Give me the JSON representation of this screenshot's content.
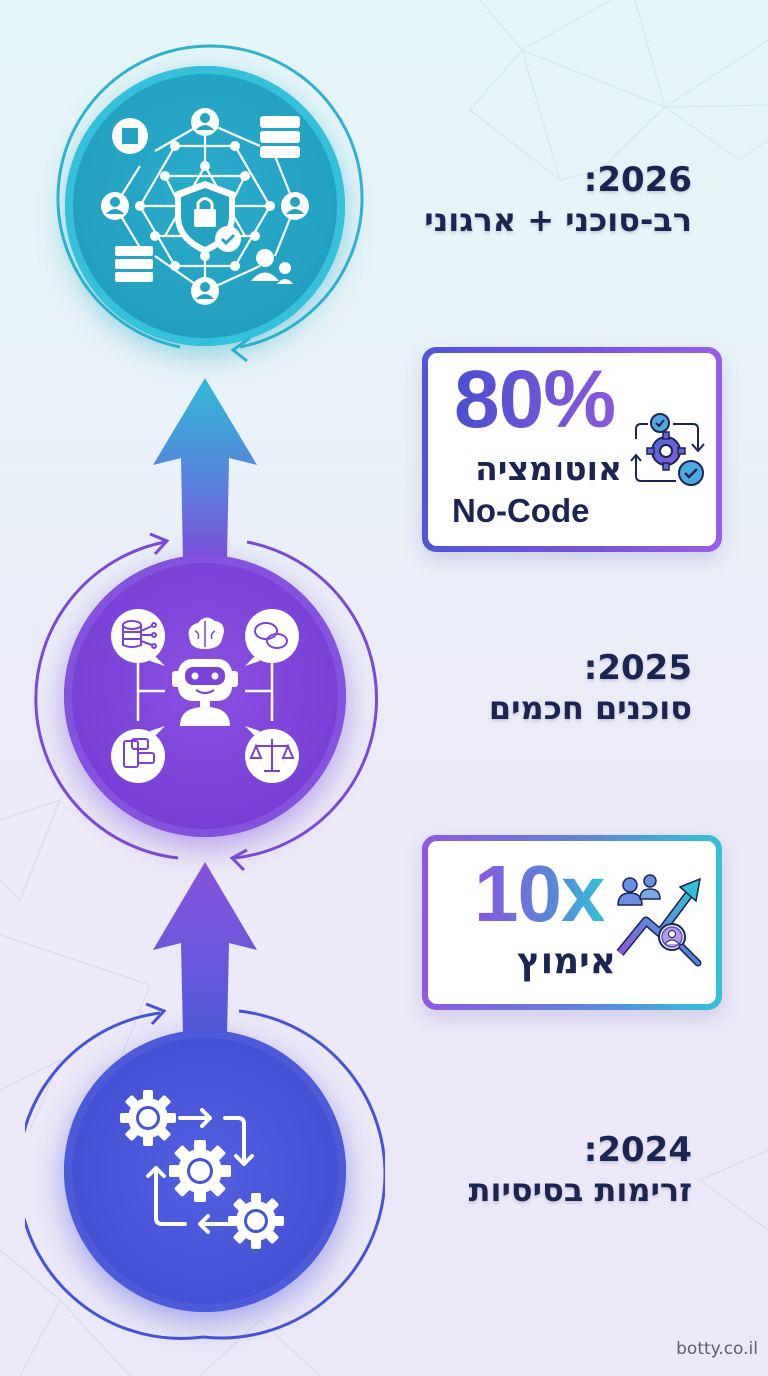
{
  "colors": {
    "cyan_accent": "#2aaccb",
    "purple_accent": "#7b42d8",
    "blue_accent": "#4753d6",
    "text_dark": "#1c2452",
    "background_top": "#e4f6f8",
    "background_bottom": "#ebe8f9"
  },
  "stages": [
    {
      "year": ":2026",
      "title": "רב-סוכני + ארגוני",
      "icon": "network-security-icon",
      "color": "#2aaccb"
    },
    {
      "year": ":2025",
      "title": "סוכנים חכמים",
      "icon": "robot-brain-agent-icon",
      "color": "#7b42d8"
    },
    {
      "year": ":2024",
      "title": "זרימות בסיסיות",
      "icon": "gears-workflow-icon",
      "color": "#4753d6"
    }
  ],
  "stats": [
    {
      "value": "80%",
      "label_line1": "אוטומציה",
      "label_line2": "No-Code",
      "icon": "gear-automation-cycle-icon"
    },
    {
      "value": "10x",
      "label_line1": "אימוץ",
      "icon": "user-growth-chart-icon"
    }
  ],
  "footer": {
    "watermark": "botty.co.il"
  }
}
